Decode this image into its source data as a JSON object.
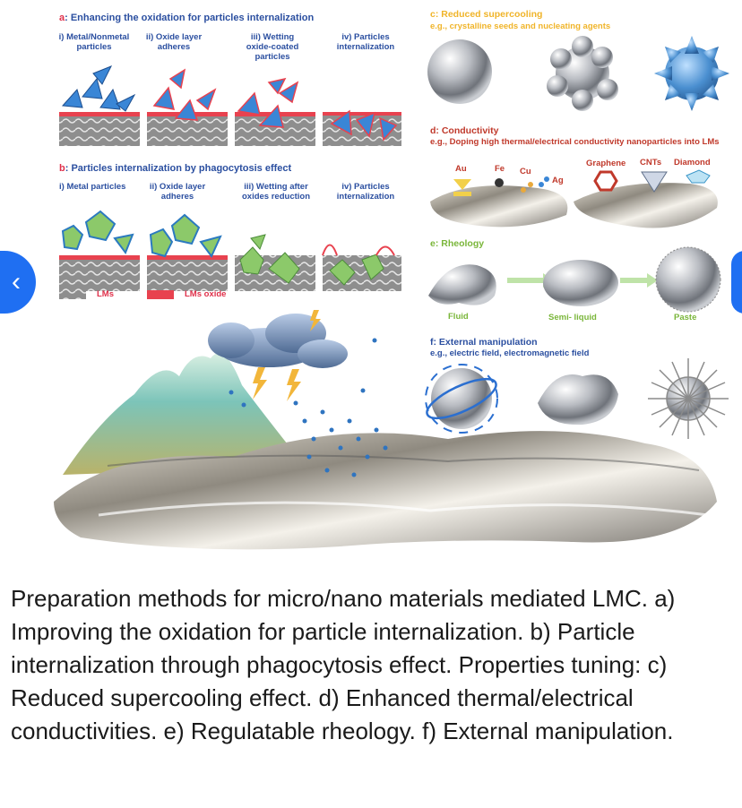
{
  "panel_a": {
    "title_key": "a",
    "title_text": ": Enhancing the oxidation for particles internalization",
    "steps": [
      "i) Metal/Nonmetal particles",
      "ii) Oxide layer adheres",
      "iii) Wetting oxide-coated particles",
      "iv) Particles internalization"
    ]
  },
  "panel_b": {
    "title_key": "b",
    "title_text": ": Particles internalization by phagocytosis effect",
    "steps": [
      "i) Metal particles",
      "ii) Oxide layer adheres",
      "iii) Wetting after oxides reduction",
      "iv) Particles internalization"
    ],
    "legend": [
      "LMs",
      "LMs oxide"
    ]
  },
  "panel_c": {
    "title_key": "c",
    "title_text": ": Reduced supercooling",
    "example": "e.g., crystalline seeds and nucleating agents"
  },
  "panel_d": {
    "title_key": "d",
    "title_text": ": Conductivity",
    "example": "e.g., Doping high thermal/electrical conductivity nanoparticles into LMs",
    "elements": [
      "Au",
      "Fe",
      "Cu",
      "Ag"
    ],
    "materials": [
      "Graphene",
      "CNTs",
      "Diamond"
    ]
  },
  "panel_e": {
    "title_key": "e",
    "title_text": ": Rheology",
    "states": [
      "Fluid",
      "Semi- liquid",
      "Paste"
    ]
  },
  "panel_f": {
    "title_key": "f",
    "title_text": ": External manipulation",
    "example": "e.g., electric field, electromagnetic field"
  },
  "caption": "Preparation methods for micro/nano materials mediated LMC. a) Improving the oxidation for particle internalization. b) Particle internalization through phagocytosis effect. Properties tuning: c) Reduced supercooling effect. d) Enhanced thermal/electrical conductivities. e) Regulatable rheology. f) External manipulation.",
  "nav": {
    "prev_icon": "‹",
    "next_icon": "›"
  },
  "colors": {
    "nav": "#1f6ff2",
    "title": "#2b4fa0",
    "key": "#e0304a",
    "oxide": "#e8424f",
    "particle_blue": "#3a86d6",
    "particle_green": "#8cc96a"
  }
}
